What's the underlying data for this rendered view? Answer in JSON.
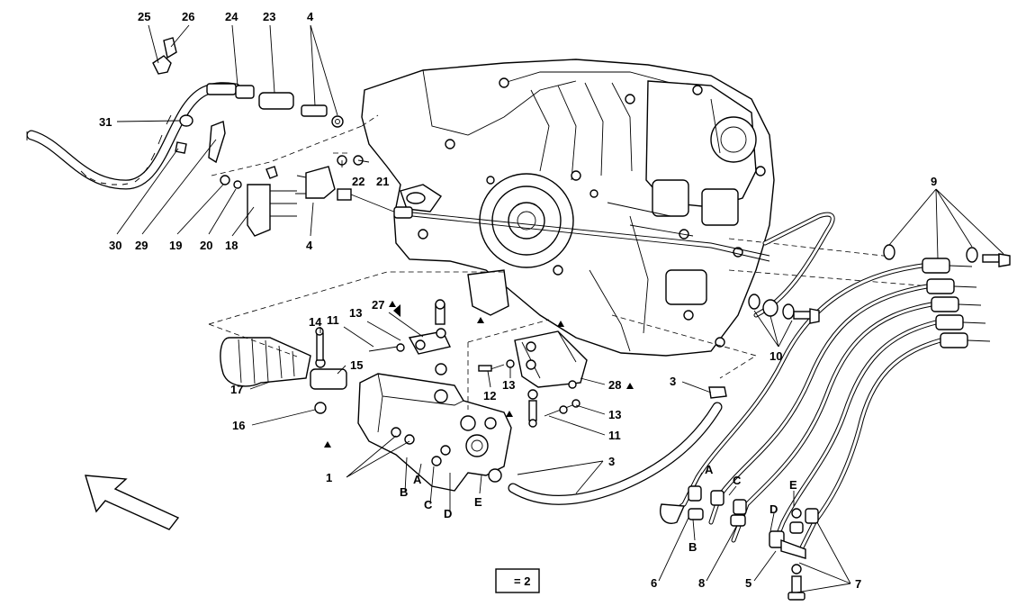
{
  "labels": {
    "l25": "25",
    "l26": "26",
    "l24": "24",
    "l23": "23",
    "l4a": "4",
    "l31": "31",
    "l22": "22",
    "l21": "21",
    "l30": "30",
    "l29": "29",
    "l19": "19",
    "l20": "20",
    "l18": "18",
    "l4b": "4",
    "l9": "9",
    "l10": "10",
    "l14": "14",
    "l11a": "11",
    "l13a": "13",
    "l27": "27",
    "l17": "17",
    "l15": "15",
    "l16": "16",
    "l12": "12",
    "l13b": "13",
    "l28": "28",
    "l13c": "13",
    "l11b": "11",
    "l3a": "3",
    "l3b": "3",
    "l1": "1",
    "lA1": "A",
    "lB1": "B",
    "lC1": "C",
    "lD1": "D",
    "lE1": "E",
    "lA2": "A",
    "lB2": "B",
    "lC2": "C",
    "lD2": "D",
    "lE2": "E",
    "l6": "6",
    "l8": "8",
    "l5": "5",
    "l7": "7"
  },
  "legend": {
    "text": "= 2"
  }
}
